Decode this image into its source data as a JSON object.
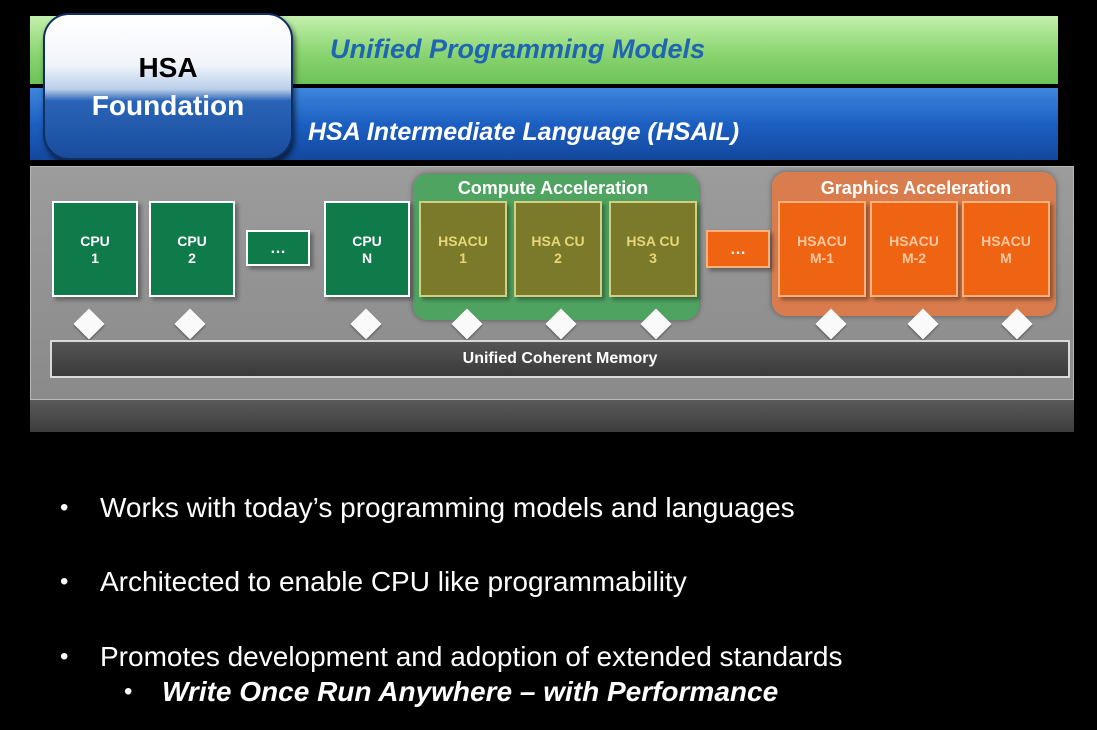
{
  "header": {
    "badge_line1": "HSA",
    "badge_line2": "Foundation",
    "top_layer": "Unified Programming Models",
    "middle_layer": "HSA Intermediate Language (HSAIL)"
  },
  "platform": {
    "compute_group_title": "Compute Acceleration",
    "graphics_group_title": "Graphics Acceleration",
    "memory_label": "Unified Coherent Memory",
    "units": [
      {
        "kind": "cpu",
        "l1": "CPU",
        "l2": "1"
      },
      {
        "kind": "cpu",
        "l1": "CPU",
        "l2": "2"
      },
      {
        "kind": "dots",
        "l1": "…",
        "l2": ""
      },
      {
        "kind": "cpu",
        "l1": "CPU",
        "l2": "N"
      },
      {
        "kind": "hsacu",
        "l1": "HSACU",
        "l2": "1"
      },
      {
        "kind": "hsacu",
        "l1": "HSA CU",
        "l2": "2"
      },
      {
        "kind": "hsacu",
        "l1": "HSA CU",
        "l2": "3"
      },
      {
        "kind": "dots-orange",
        "l1": "…",
        "l2": ""
      },
      {
        "kind": "gpu",
        "l1": "HSACU",
        "l2": "M-1"
      },
      {
        "kind": "gpu",
        "l1": "HSACU",
        "l2": "M-2"
      },
      {
        "kind": "gpu",
        "l1": "HSACU",
        "l2": "M"
      }
    ]
  },
  "bullets": [
    "Works with today’s programming models and languages",
    "Architected to enable CPU like programmability",
    "Promotes development and adoption of extended standards"
  ],
  "sub_bullet": "Write Once Run Anywhere  – with Performance",
  "bullet_glyph": "•"
}
